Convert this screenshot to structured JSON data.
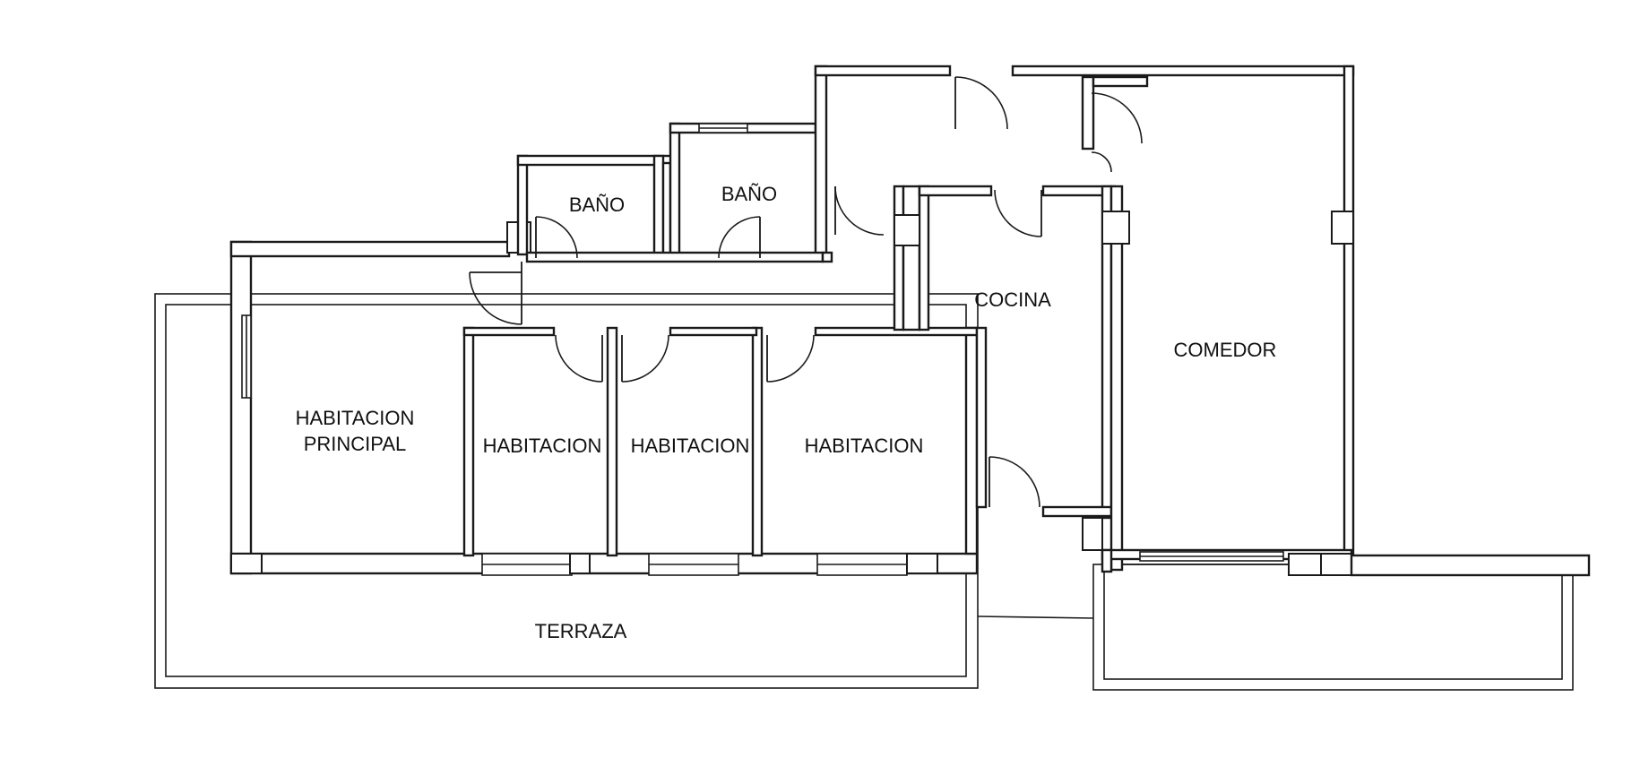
{
  "rooms": {
    "bano_1": "BAÑO",
    "bano_2": "BAÑO",
    "cocina": "COCINA",
    "comedor": "COMEDOR",
    "habitacion_principal_line1": "HABITACION",
    "habitacion_principal_line2": "PRINCIPAL",
    "habitacion_1": "HABITACION",
    "habitacion_2": "HABITACION",
    "habitacion_3": "HABITACION",
    "terraza": "TERRAZA"
  },
  "colors": {
    "line": "#1a1a1a",
    "background": "#ffffff"
  }
}
